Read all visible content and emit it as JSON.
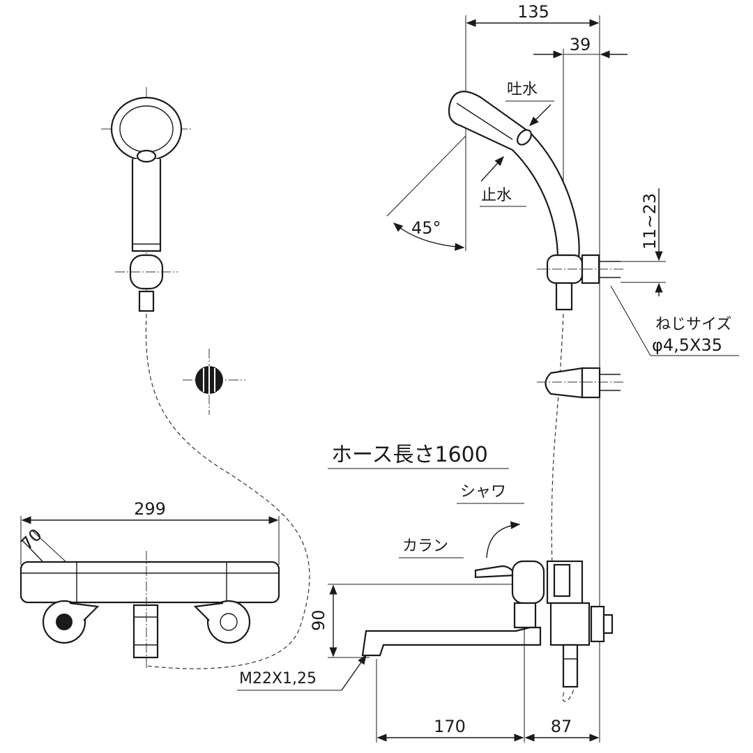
{
  "dimensions": {
    "d135": "135",
    "d39": "39",
    "d11_23": "11~23",
    "d299": "299",
    "d70": "70",
    "d90": "90",
    "d170": "170",
    "d87": "87",
    "angle": "45°"
  },
  "labels": {
    "water_out": "吐水",
    "water_stop": "止水",
    "screw_size_title": "ねじサイズ",
    "screw_size_value": "φ4,5X35",
    "hose_length": "ホース長さ1600",
    "shower": "シャワ",
    "spout": "カラン",
    "thread": "M22X1,25"
  }
}
